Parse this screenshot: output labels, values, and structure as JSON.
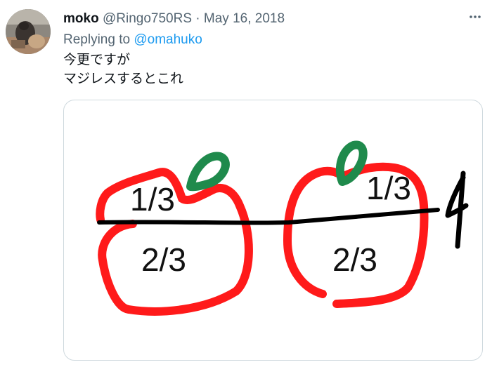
{
  "tweet": {
    "display_name": "moko",
    "handle": "@Ringo750RS",
    "separator": "·",
    "date": "May 16, 2018",
    "more_icon": "more-icon",
    "reply_prefix": "Replying to",
    "reply_to": "@omahuko",
    "text_line1": "今更ですが",
    "text_line2": "マジレスするとこれ"
  },
  "image": {
    "labels": {
      "left_top": "1/3",
      "left_bottom": "2/3",
      "right_top": "1/3",
      "right_bottom": "2/3",
      "side_mark": "4"
    },
    "colors": {
      "apple": "#ff1a1a",
      "leaf": "#1f8a4c",
      "line": "#000000"
    }
  }
}
